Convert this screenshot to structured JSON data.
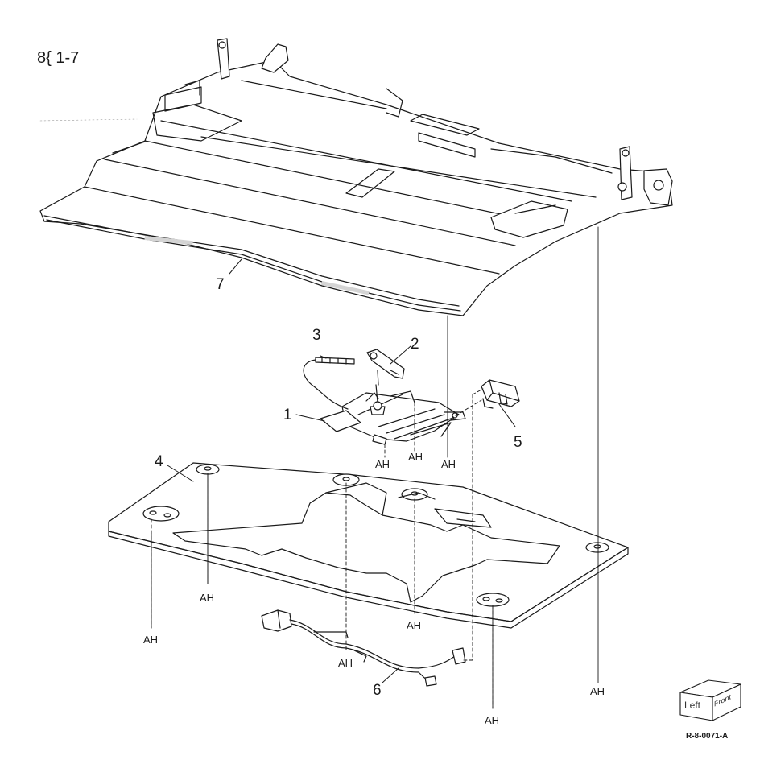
{
  "figure_ref": "8{ 1-7",
  "drawing_code": "R-8-0071-A",
  "orientation": {
    "left": "Left",
    "front": "Front"
  },
  "callouts": {
    "p1": "1",
    "p2": "2",
    "p3": "3",
    "p4": "4",
    "p5": "5",
    "p6": "6",
    "p7": "7"
  },
  "fasteners": {
    "mid_a": "AH",
    "mid_b": "AH",
    "mid_c": "AH",
    "plate_left": "AH",
    "plate_far_left": "AH",
    "plate_center": "AH",
    "harness": "AH",
    "plate_front": "AH",
    "tray_right": "AH"
  },
  "colors": {
    "line": "#1a1a1a",
    "fill": "#ffffff",
    "shade": "#d4d4d4"
  }
}
